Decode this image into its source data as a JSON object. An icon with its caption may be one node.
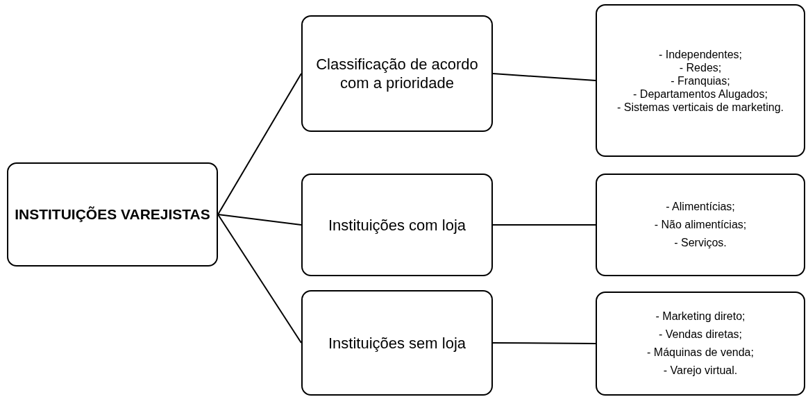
{
  "diagram": {
    "nodes": [
      {
        "text": [
          "INSTITUIÇÕES VAREJISTAS"
        ]
      },
      {
        "text": [
          "Classificação de acordo com a prioridade"
        ]
      },
      {
        "text": [
          "- Independentes;",
          "- Redes;",
          "- Franquias;",
          "- Departamentos Alugados;",
          "- Sistemas verticais de marketing."
        ]
      },
      {
        "text": [
          "Instituições com loja"
        ]
      },
      {
        "text": [
          "- Alimentícias;",
          "- Não alimentícias;",
          "- Serviços."
        ]
      },
      {
        "text": [
          "Instituições sem loja"
        ]
      },
      {
        "text": [
          "- Marketing direto;",
          "- Vendas diretas;",
          "- Máquinas de venda;",
          "- Varejo virtual."
        ]
      }
    ],
    "edges": [
      {
        "from": 0,
        "to": 1,
        "arrow": "none"
      },
      {
        "from": 0,
        "to": 3,
        "arrow": "none"
      },
      {
        "from": 0,
        "to": 5,
        "arrow": "none"
      },
      {
        "from": 1,
        "to": 2,
        "arrow": "none"
      },
      {
        "from": 3,
        "to": 4,
        "arrow": "none"
      },
      {
        "from": 5,
        "to": 6,
        "arrow": "none"
      }
    ]
  }
}
